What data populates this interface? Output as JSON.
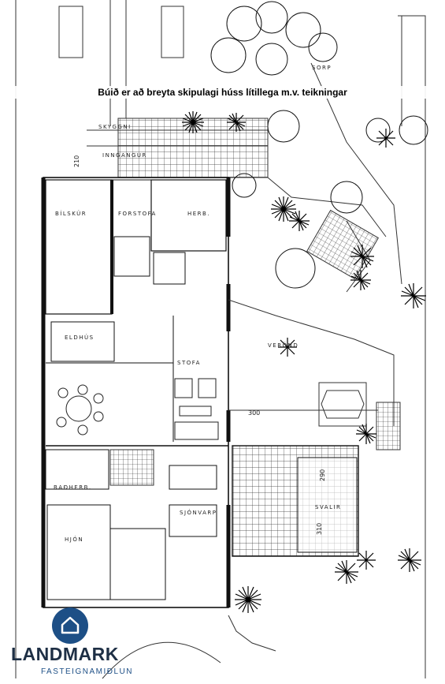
{
  "caption": "Búið er að breyta skipulagi húss lítillega m.v. teikningar",
  "rooms": {
    "bilskur": "BÍLSKÚR",
    "forstofa": "FORSTOFA",
    "herb_top": "HERB.",
    "eldhus": "ELDHÚS",
    "stofa": "STOFA",
    "verond": "VERÖND",
    "badherb": "BAÐHERB.",
    "sjonvarp": "SJÓNVARP",
    "hjon": "HJÓN",
    "svalir": "SVALIR",
    "skyggni": "SKYGGNI",
    "inngangur": "INNGANGUR",
    "sorp": "SORP"
  },
  "dimensions": {
    "d210": "210",
    "d300": "300",
    "d290": "290",
    "d310": "310"
  },
  "logo": {
    "brand": "LANDMARK",
    "sub": "FASTEIGNAMIÐLUN",
    "icon": "house-icon",
    "color": "#1d4f86"
  }
}
